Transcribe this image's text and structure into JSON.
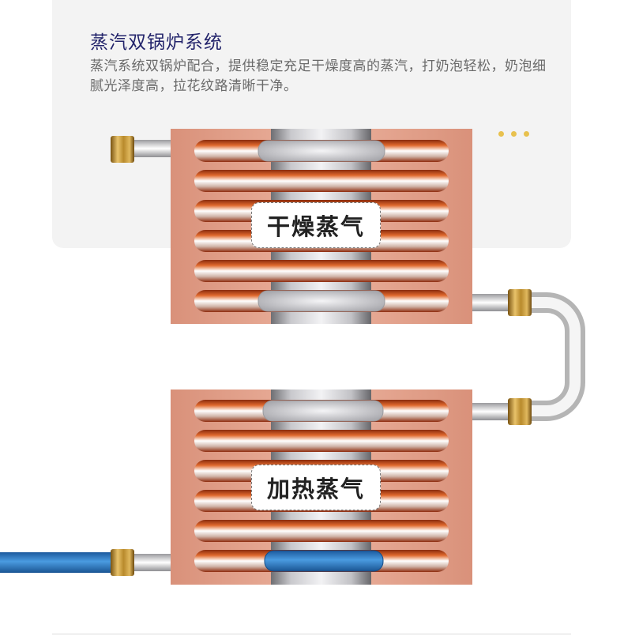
{
  "header": {
    "title": "蒸汽双锅炉系统",
    "description": "蒸汽系统双锅炉配合，提供稳定充足干燥度高的蒸汽，打奶泡轻松，奶泡细腻光泽度高，拉花纹路清晰干净。"
  },
  "labels": {
    "top_boiler": "干燥蒸气",
    "bottom_boiler": "加热蒸气"
  },
  "colors": {
    "title": "#23246b",
    "copper_plate": "#e7a48b",
    "copper_coil": "#c4541e",
    "steel_core": "#b8b8bc",
    "brass_fitting": "#b8862a",
    "water_pipe": "#2b79c4",
    "indicator_dots": "#e8c14e"
  },
  "icons": [
    "brass-fitting-icon",
    "steam-cloud-icon",
    "water-fill-icon"
  ]
}
